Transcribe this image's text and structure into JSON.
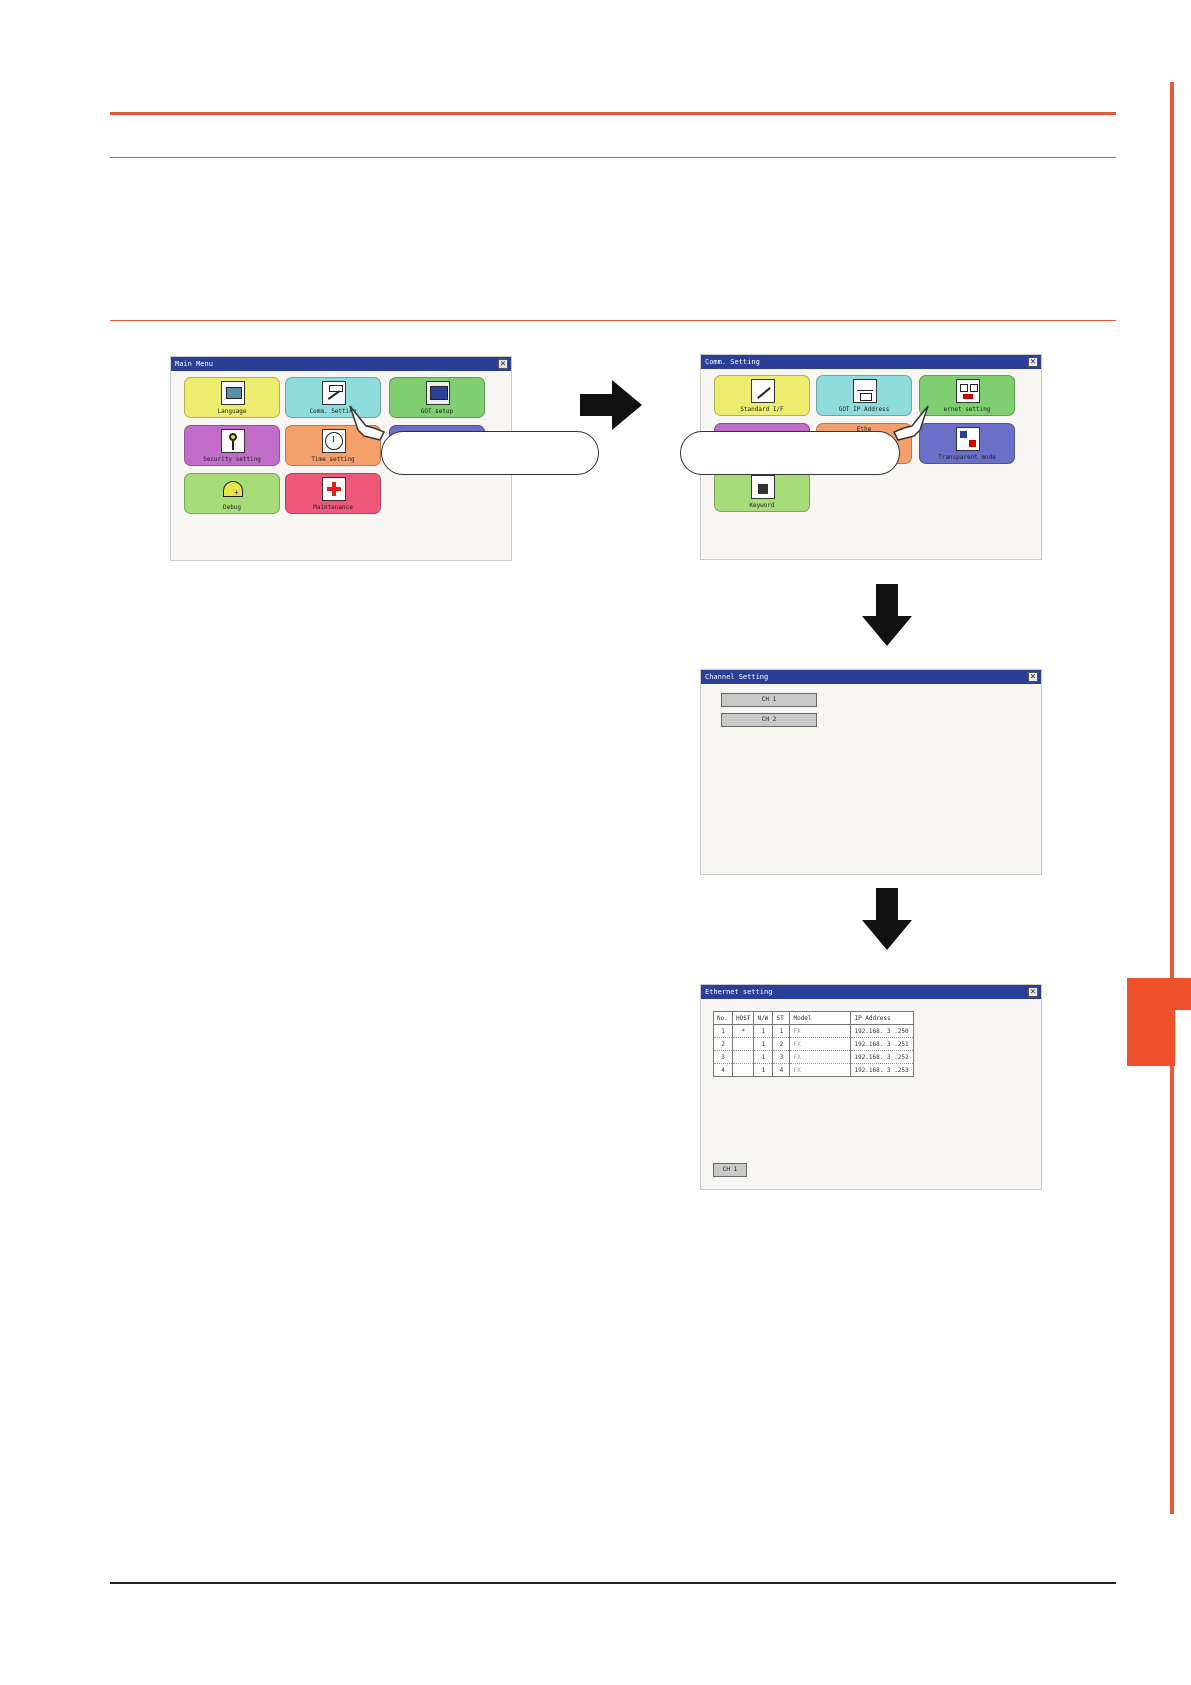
{
  "main_menu": {
    "title": "Main Menu",
    "close": "×",
    "tiles": [
      {
        "label": "Language",
        "color": "#ecec6e"
      },
      {
        "label": "Comm. Setting",
        "color": "#8fdcdc"
      },
      {
        "label": "GOT setup",
        "color": "#7fcf70"
      },
      {
        "label": "Security setting",
        "color": "#c06cc8"
      },
      {
        "label": "Time setting",
        "color": "#f4a06a"
      },
      {
        "label": "",
        "color": "#6a70c8"
      },
      {
        "label": "Debug",
        "color": "#a6dd78"
      },
      {
        "label": "Maintenance",
        "color": "#f0587a"
      }
    ]
  },
  "comm_setting": {
    "title": "Comm. Setting",
    "close": "×",
    "tiles": [
      {
        "label": "Standard I/F",
        "color": "#ecec6e"
      },
      {
        "label": "GOT IP Address",
        "color": "#8fdcdc"
      },
      {
        "label": "ernet setting",
        "color": "#7fcf70"
      },
      {
        "label": "",
        "color": "#c06cc8"
      },
      {
        "label": "Ethe",
        "color": "#f4a06a"
      },
      {
        "label": "Transparent mode",
        "color": "#6a70c8"
      },
      {
        "label": "Keyword",
        "color": "#a6dd78"
      }
    ]
  },
  "channel_setting": {
    "title": "Channel Setting",
    "close": "×",
    "buttons": [
      "CH 1",
      "CH 2"
    ]
  },
  "ethernet_setting": {
    "title": "Ethernet setting",
    "close": "×",
    "columns": [
      "No.",
      "HOST",
      "N/W",
      "ST",
      "Model",
      "IP Address"
    ],
    "rows": [
      [
        "1",
        "*",
        "1",
        "1",
        "FX",
        "192.168. 3 .250"
      ],
      [
        "2",
        "",
        "1",
        "2",
        "FX",
        "192.168. 3 .251"
      ],
      [
        "3",
        "",
        "1",
        "3",
        "FX",
        "192.168. 3 .252"
      ],
      [
        "4",
        "",
        "1",
        "4",
        "FX",
        "192.168. 3 .253"
      ]
    ],
    "channel_button": "CH 1"
  },
  "colors": {
    "accent": "#e8583a",
    "titlebar": "#2c3f96",
    "side_tab": "#f0512d"
  }
}
